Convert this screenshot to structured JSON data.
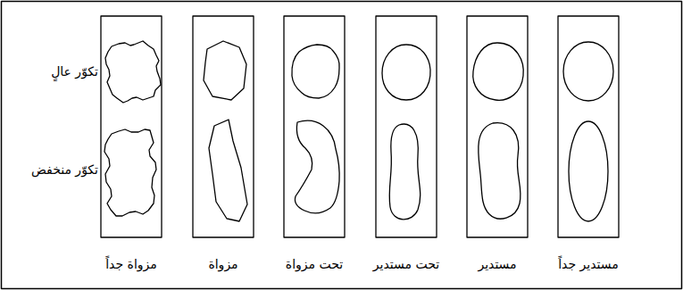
{
  "diagram": {
    "labels": [
      "تكوّر عالٍ",
      "تكوّر منخفض",
      "مزواة جداً",
      "مزواة",
      "تحت مزواة",
      "تحت مستدير",
      "مستدير",
      "مستدير جداً"
    ]
  }
}
